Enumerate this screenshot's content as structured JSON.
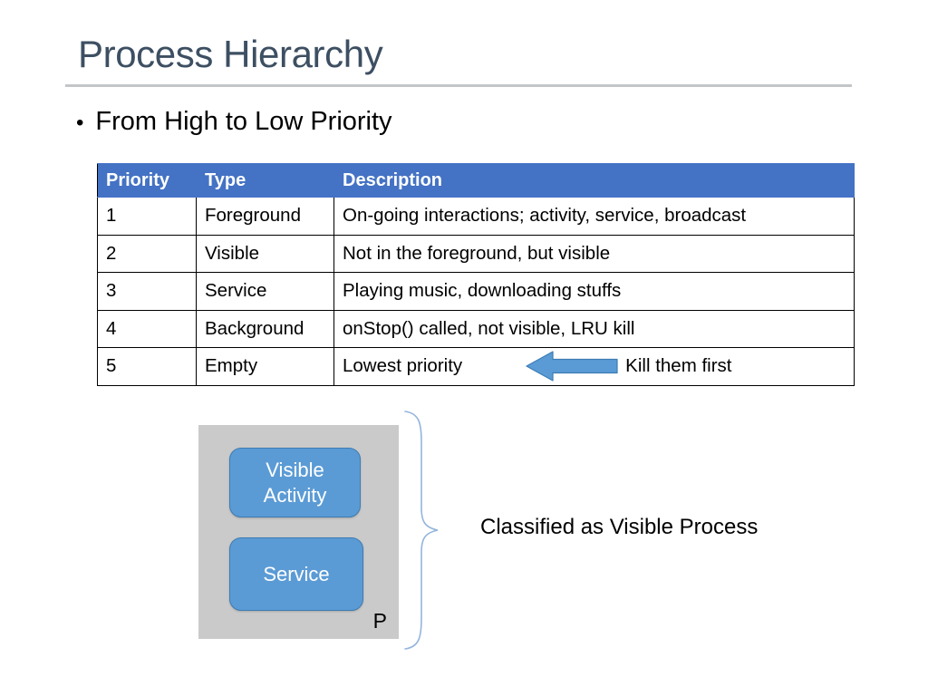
{
  "slide": {
    "title": "Process Hierarchy",
    "bullet_marker": "•",
    "bullet_text": "From High to Low Priority"
  },
  "table": {
    "headers": [
      "Priority",
      "Type",
      "Description"
    ],
    "rows": [
      {
        "priority": "1",
        "type": "Foreground",
        "description": "On-going interactions; activity, service, broadcast"
      },
      {
        "priority": "2",
        "type": "Visible",
        "description": "Not in the foreground, but visible"
      },
      {
        "priority": "3",
        "type": "Service",
        "description": "Playing music, downloading stuffs"
      },
      {
        "priority": "4",
        "type": "Background",
        "description": "onStop() called, not visible, LRU kill"
      },
      {
        "priority": "5",
        "type": "Empty",
        "description": "Lowest priority",
        "note": "Kill them first",
        "arrow": "left-arrow-icon"
      }
    ]
  },
  "diagram": {
    "container_label": "P",
    "boxes": [
      {
        "label": "Visible\nActivity",
        "line1": "Visible",
        "line2": "Activity"
      },
      {
        "label": "Service",
        "line1": "Service",
        "line2": ""
      }
    ],
    "brace_caption": "Classified as Visible Process"
  },
  "colors": {
    "title": "#3d4f62",
    "table_header_bg": "#4472c4",
    "table_header_text": "#ffffff",
    "arrow_fill": "#5b9bd5",
    "arrow_stroke": "#3c7cb4",
    "box_fill": "#5b9bd5",
    "box_stroke": "#3c7cb4",
    "container_bg": "#cacaca",
    "brace_stroke": "#93b5dd",
    "rule": "#c3c6c9"
  }
}
